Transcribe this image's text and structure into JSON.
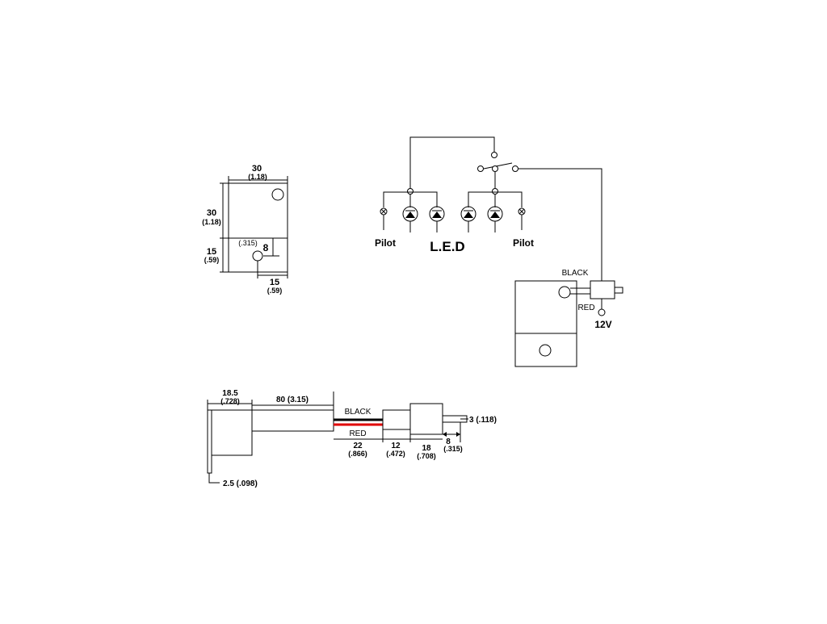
{
  "front_view": {
    "width_mm": "30",
    "width_in": "(1.18)",
    "upper_height_mm": "30",
    "upper_height_in": "(1.18)",
    "lower_height_mm": "15",
    "lower_height_in": "(.59)",
    "hole_offset_mm": "8",
    "hole_offset_in": "(.315)",
    "bottom_mm": "15",
    "bottom_in": "(.59)"
  },
  "circuit": {
    "pilot_left": "Pilot",
    "led_label": "L.E.D",
    "pilot_right": "Pilot",
    "wire_black": "BLACK",
    "wire_red": "RED",
    "voltage": "12V"
  },
  "side_view": {
    "body_mm": "18.5",
    "body_in": "(.728)",
    "tube": "80 (3.15)",
    "wire_black": "BLACK",
    "wire_red": "RED",
    "strip_mm": "22",
    "strip_in": "(.866)",
    "sleeve_mm": "12",
    "sleeve_in": "(.472)",
    "connector_mm": "18",
    "connector_in": "(.708)",
    "pin_mm": "8",
    "pin_in": "(.315)",
    "pin_dia": "3 (.118)",
    "plate": "2.5 (.098)"
  },
  "colors": {
    "black_wire": "#000000",
    "red_wire": "#e00000"
  }
}
